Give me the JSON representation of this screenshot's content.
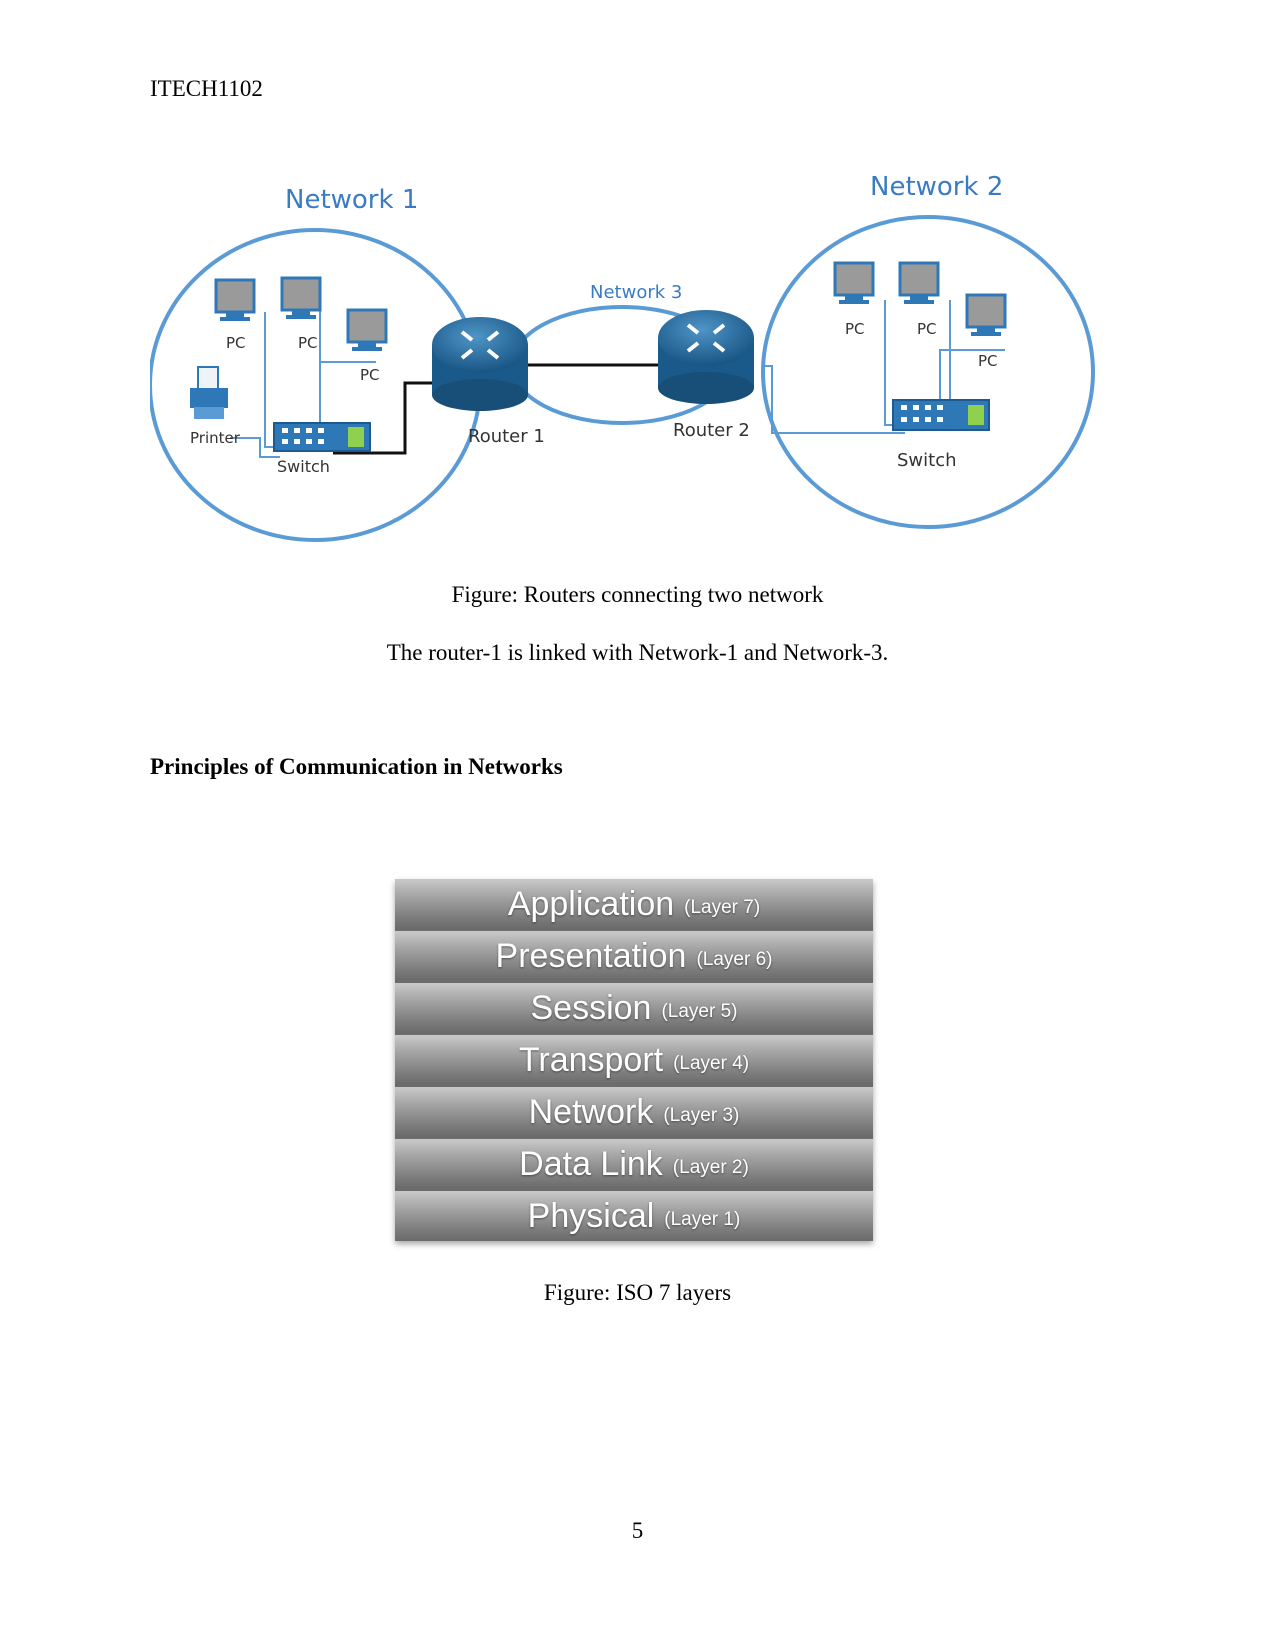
{
  "header": {
    "code": "ITECH1102"
  },
  "figure1": {
    "network1_label": "Network 1",
    "network2_label": "Network 2",
    "network3_label": "Network 3",
    "router1_label": "Router 1",
    "router2_label": "Router 2",
    "switch_label": "Switch",
    "printer_label": "Printer",
    "pc_label": "PC",
    "colors": {
      "circle": "#5b9bd5",
      "label": "#3a7cc4",
      "router": "#1f5f8f"
    },
    "caption": "Figure: Routers connecting two network"
  },
  "body_text": "The router-1 is linked with Network-1 and Network-3.",
  "section_heading": "Principles of Communication in Networks",
  "osi": {
    "layers": [
      {
        "name": "Application",
        "number": "(Layer 7)"
      },
      {
        "name": "Presentation",
        "number": "(Layer 6)"
      },
      {
        "name": "Session",
        "number": "(Layer 5)"
      },
      {
        "name": "Transport",
        "number": "(Layer 4)"
      },
      {
        "name": "Network",
        "number": "(Layer 3)"
      },
      {
        "name": "Data Link",
        "number": "(Layer 2)"
      },
      {
        "name": "Physical",
        "number": "(Layer 1)"
      }
    ],
    "caption": "Figure: ISO 7 layers"
  },
  "page_number": "5"
}
